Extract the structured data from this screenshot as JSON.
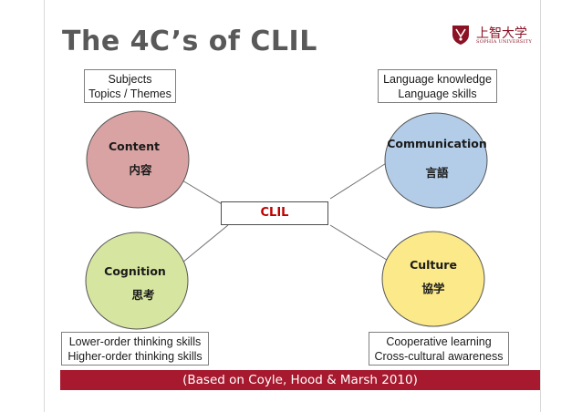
{
  "title": "The 4C’s of CLIL",
  "logo": {
    "main": "上智大学",
    "sub": "SOPHIA UNIVERSITY"
  },
  "center": {
    "label": "CLIL"
  },
  "nodes": [
    {
      "id": "content",
      "en": "Content",
      "jp": "内容",
      "fill": "#d9a3a3"
    },
    {
      "id": "communication",
      "en": "Communication",
      "jp": "言語",
      "fill": "#b3cde8"
    },
    {
      "id": "cognition",
      "en": "Cognition",
      "jp": "思考",
      "fill": "#d6e5a0"
    },
    {
      "id": "culture",
      "en": "Culture",
      "jp": "協学",
      "fill": "#fbe98a"
    }
  ],
  "notes": {
    "content": [
      "Subjects",
      "Topics / Themes"
    ],
    "communication": [
      "Language knowledge",
      "Language skills"
    ],
    "cognition": [
      "Lower-order thinking skills",
      "Higher-order thinking skills"
    ],
    "culture": [
      "Cooperative learning",
      "Cross-cultural awareness"
    ]
  },
  "footer": "(Based on Coyle, Hood & Marsh 2010)",
  "colors": {
    "title": "#595959",
    "accent": "#a6192e",
    "center_text": "#c00000",
    "ellipse_stroke": "#555555"
  }
}
